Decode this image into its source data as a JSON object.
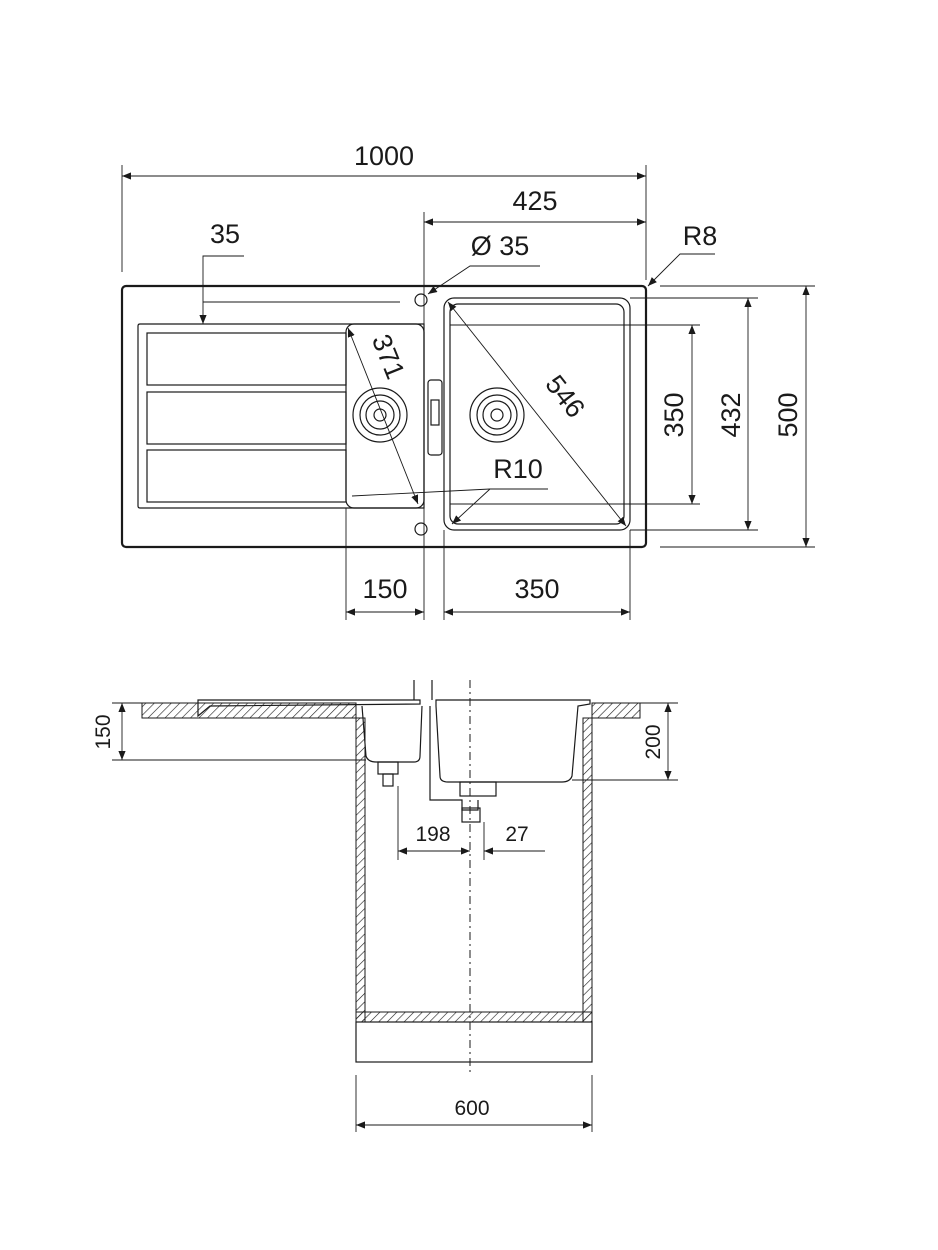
{
  "top_view": {
    "overall_width": "1000",
    "bowl_section_width": "425",
    "drainer_offset": "35",
    "tap_hole_diameter": "Ø 35",
    "outer_radius": "R8",
    "small_bowl_diagonal": "371",
    "main_bowl_diagonal": "546",
    "inner_radius": "R10",
    "bowl_depth_inner": "350",
    "bowl_depth_outer": "432",
    "overall_depth": "500",
    "small_bowl_width": "150",
    "main_bowl_width": "350"
  },
  "side_view": {
    "small_bowl_height": "150",
    "main_bowl_height": "200",
    "drain_offset": "198",
    "drain_offset_small": "27",
    "cabinet_width": "600"
  }
}
